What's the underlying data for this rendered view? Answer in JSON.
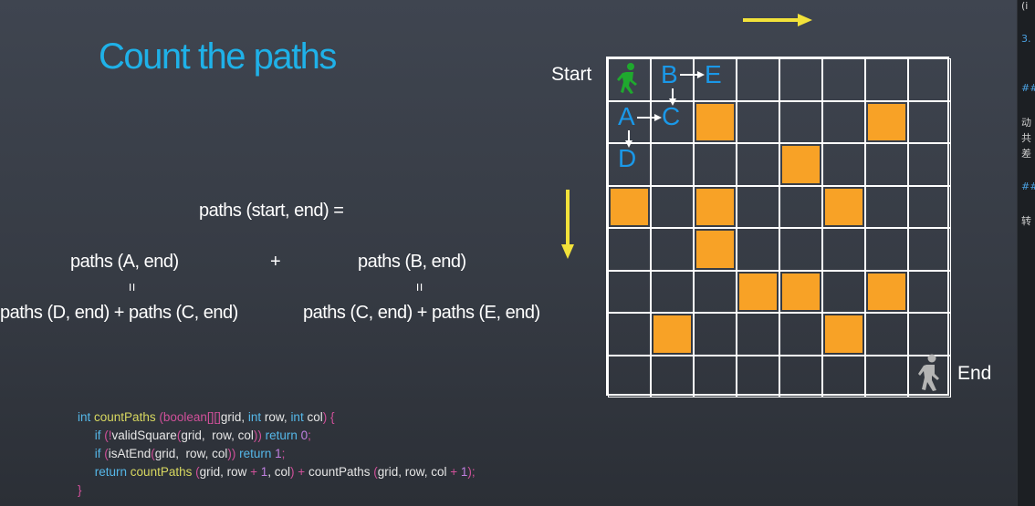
{
  "slide": {
    "title": "Count the paths",
    "formula": {
      "main": "paths (start, end) =",
      "left_top": "paths (A, end)",
      "plus": "+",
      "right_top": "paths (B, end)",
      "eq_sign": "=",
      "left_bottom": "paths (D, end) + paths (C, end)",
      "right_bottom": "paths (C, end) + paths (E, end)"
    },
    "code": {
      "l1_k1": "int",
      "l1_f": "countPaths",
      "l1_p1": "(boolean[][]",
      "l1_s1": "grid, ",
      "l1_k2": "int",
      "l1_s2": " row, ",
      "l1_k3": "int",
      "l1_s3": " col",
      "l1_p2": ") {",
      "l2_k": "if",
      "l2_p1": " (!",
      "l2_s1": "validSquare",
      "l2_p2": "(",
      "l2_s2": "grid,  row, col",
      "l2_p3": "))",
      "l2_k2": " return ",
      "l2_n": "0",
      "l2_p4": ";",
      "l3_k": "if",
      "l3_p1": " (",
      "l3_s1": "isAtEnd",
      "l3_p2": "(",
      "l3_s2": "grid,  row, col",
      "l3_p3": "))",
      "l3_k2": " return ",
      "l3_n": "1",
      "l3_p4": ";",
      "l4_k": "return ",
      "l4_f1": "countPaths",
      "l4_p1": " (",
      "l4_s1": "grid, row ",
      "l4_p2": "+ ",
      "l4_n1": "1",
      "l4_s2": ", col",
      "l4_p3": ") + ",
      "l4_s3": "countPaths ",
      "l4_p4": "(",
      "l4_s4": "grid, row, col ",
      "l4_p5": "+ ",
      "l4_n2": "1",
      "l4_p6": ");",
      "l5_p": "}"
    },
    "grid": {
      "rows": 8,
      "cols": 8,
      "blocked_cells": [
        [
          1,
          2
        ],
        [
          1,
          6
        ],
        [
          2,
          4
        ],
        [
          3,
          0
        ],
        [
          3,
          2
        ],
        [
          3,
          5
        ],
        [
          4,
          2
        ],
        [
          5,
          3
        ],
        [
          5,
          4
        ],
        [
          5,
          6
        ],
        [
          6,
          1
        ],
        [
          6,
          5
        ]
      ],
      "start_label": "Start",
      "end_label": "End",
      "letters": {
        "A": "A",
        "B": "B",
        "C": "C",
        "D": "D",
        "E": "E"
      },
      "start_icon": "walking-person-green-icon",
      "end_icon": "walking-person-gray-icon"
    },
    "arrows": {
      "horizontal": "yellow-arrow-right",
      "vertical": "yellow-arrow-down"
    },
    "colors": {
      "title": "#1fb1e8",
      "blocked": "#f8a226",
      "letters": "#1a98e8",
      "arrow": "#f2e23a",
      "start_figure": "#1fa82e",
      "end_figure": "#b4b4b4"
    }
  },
  "sidebar": {
    "line1": "(i",
    "line2": "3.",
    "line3": "##",
    "line4": "动",
    "line5": "共",
    "line6": "差",
    "line7": "##",
    "line8": "转"
  }
}
